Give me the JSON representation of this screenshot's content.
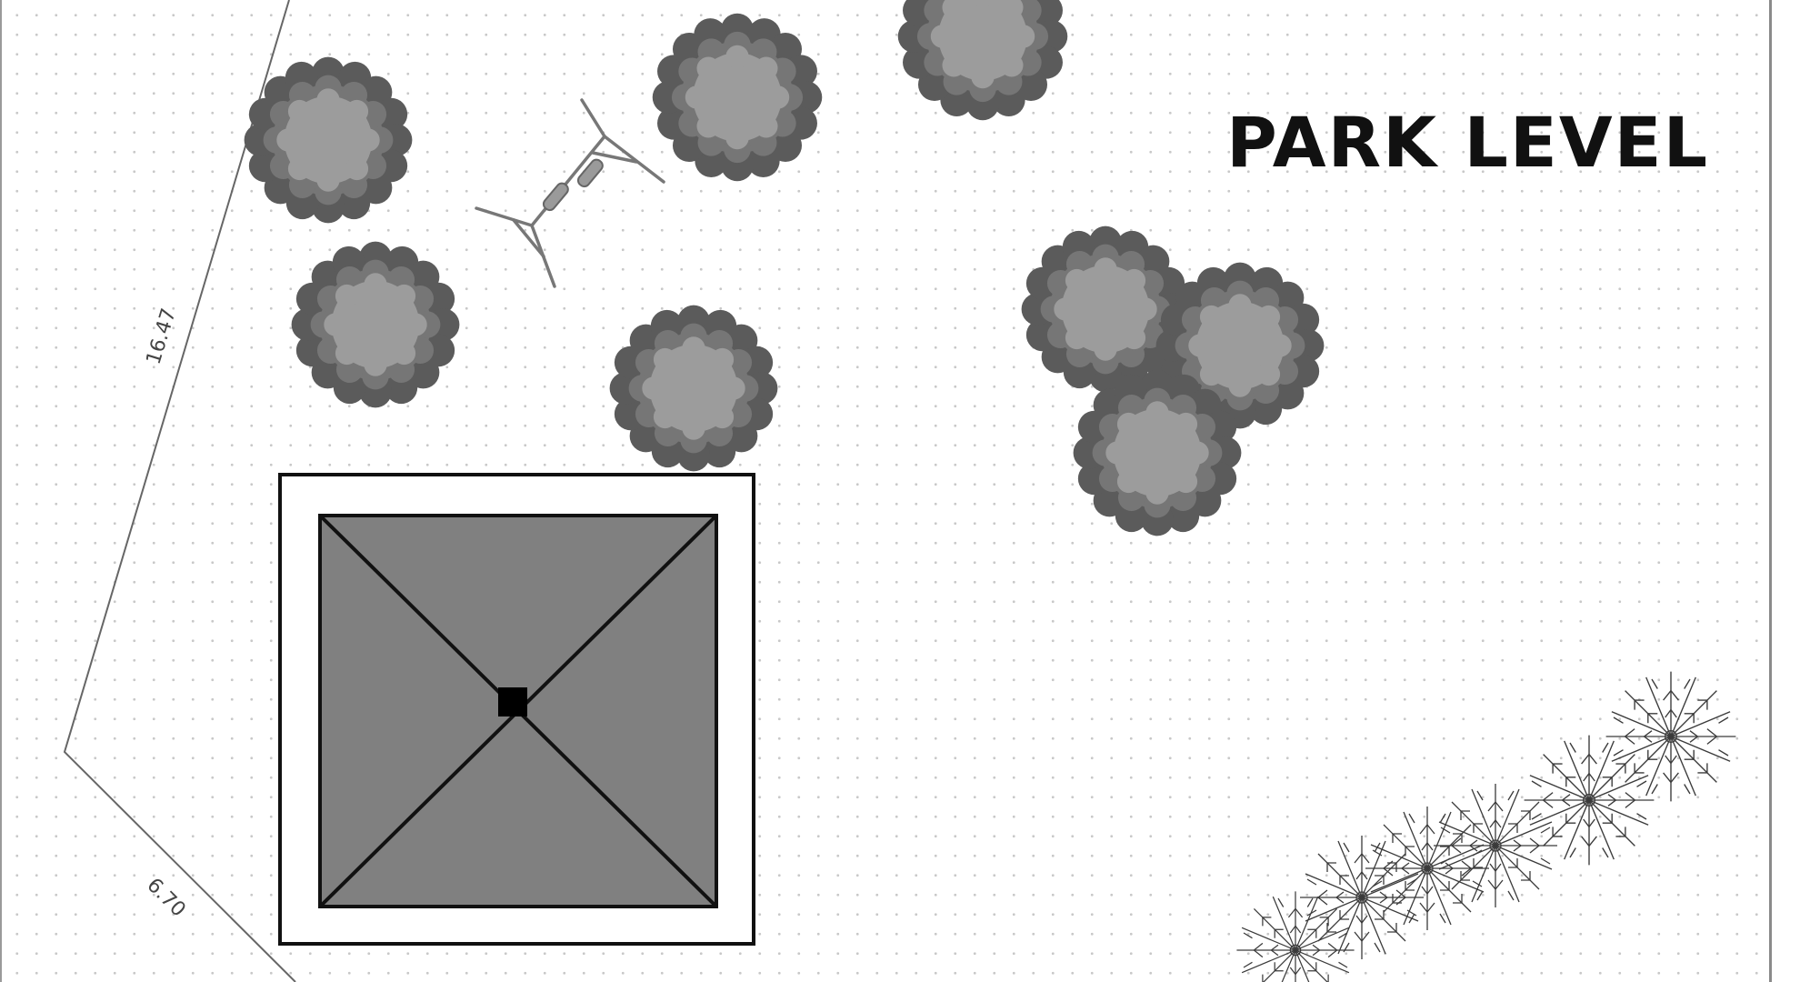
{
  "plan": {
    "title": "PARK LEVEL",
    "dimensions": {
      "boundary_upper": "16.47",
      "boundary_lower": "6.70"
    }
  },
  "colors": {
    "tree_outer": "#5b5b5b",
    "tree_mid": "#767676",
    "tree_inner": "#9c9c9c",
    "roof": "#808080",
    "line": "#111111",
    "boundary": "#666666"
  },
  "icons": {
    "trees": "bush-icon",
    "swing": "swing-icon",
    "pavilion": "pavilion-roof-icon",
    "hedge": "conifer-hedge-icon"
  }
}
